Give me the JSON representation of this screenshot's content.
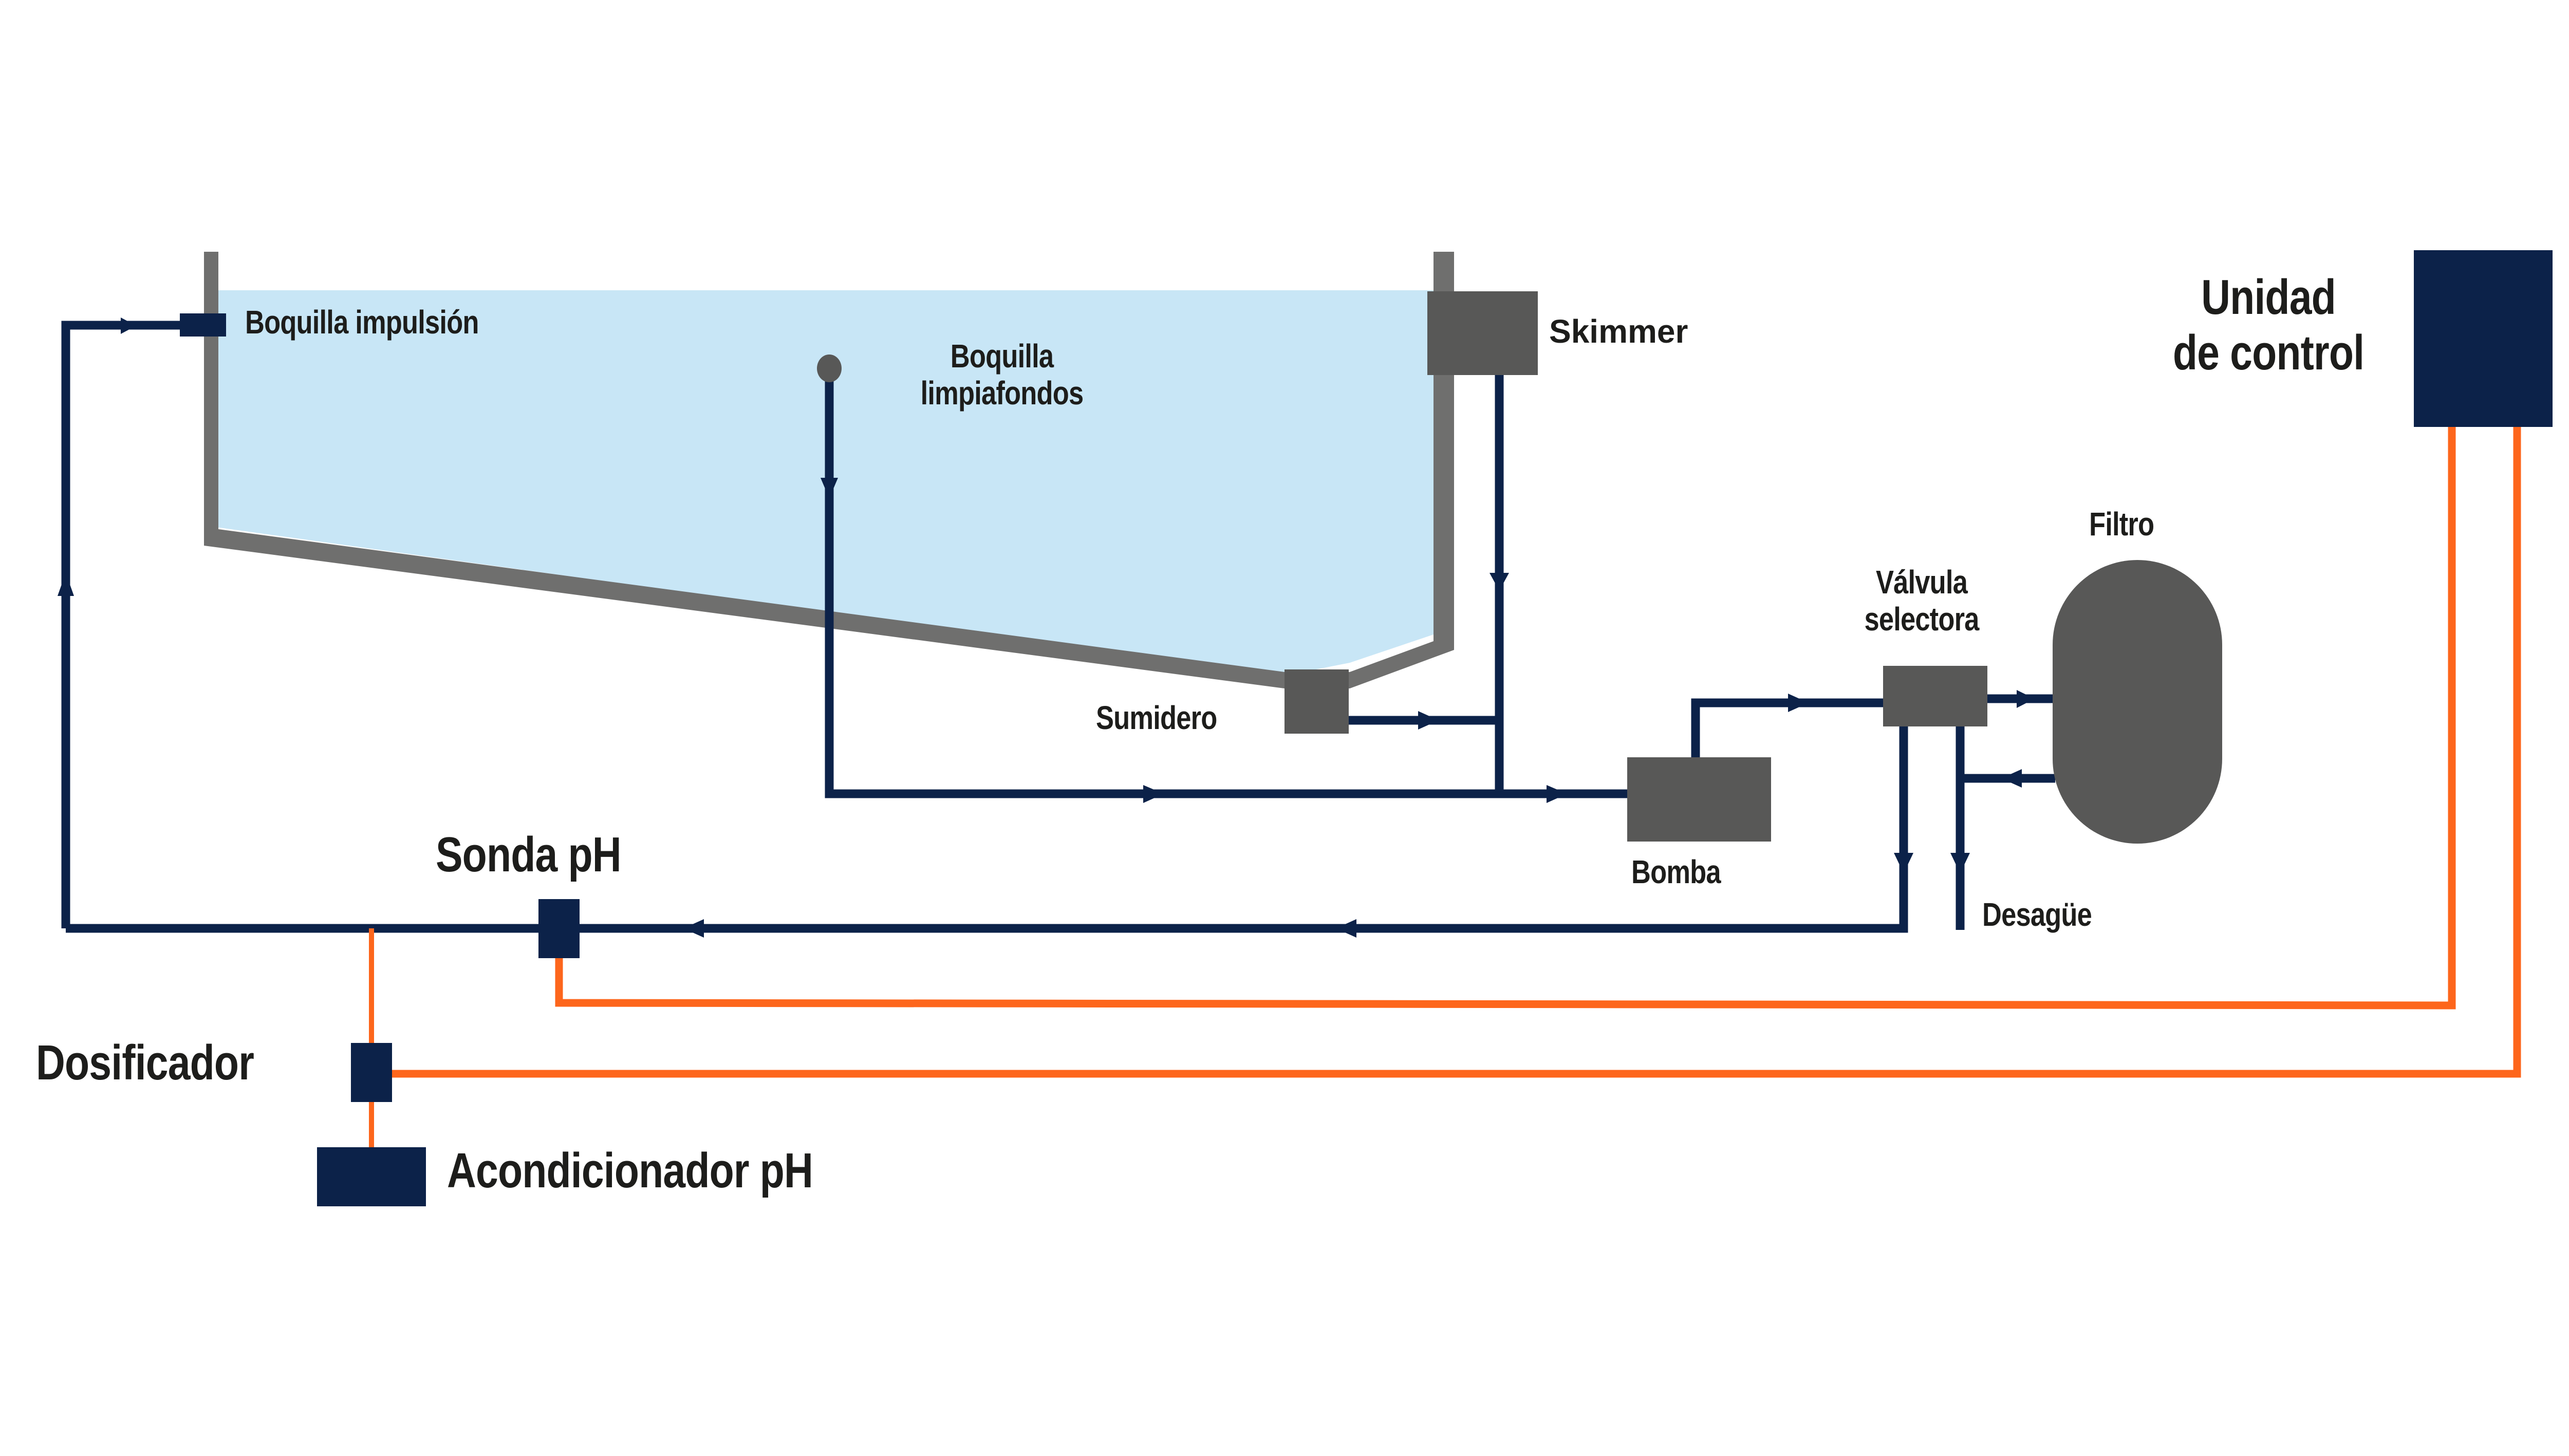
{
  "diagram": {
    "title": "Esquema de circulación de piscina con control de pH",
    "colors": {
      "water": "#c8e6f6",
      "pool_wall": "#6f6f6e",
      "component_gray": "#585857",
      "pipe_navy": "#0c2249",
      "electric_orange": "#fd661c",
      "text": "#1d1d1b"
    },
    "labels": {
      "boquilla_impulsion": "Boquilla impulsión",
      "boquilla_limpiafondos_line1": "Boquilla",
      "boquilla_limpiafondos_line2": "limpiafondos",
      "skimmer": "Skimmer",
      "sumidero": "Sumidero",
      "bomba": "Bomba",
      "valvula_line1": "Válvula",
      "valvula_line2": "selectora",
      "filtro": "Filtro",
      "desague": "Desagüe",
      "unidad_line1": "Unidad",
      "unidad_line2": "de control",
      "sonda_ph": "Sonda pH",
      "dosificador": "Dosificador",
      "acondicionador_ph": "Acondicionador pH"
    },
    "nodes": [
      {
        "id": "boquilla-impulsion",
        "label_key": "boquilla_impulsion",
        "kind": "nozzle"
      },
      {
        "id": "boquilla-limpiafondos",
        "label_key": "boquilla_limpiafondos_line1",
        "kind": "nozzle"
      },
      {
        "id": "skimmer",
        "label_key": "skimmer",
        "kind": "component"
      },
      {
        "id": "sumidero",
        "label_key": "sumidero",
        "kind": "component"
      },
      {
        "id": "bomba",
        "label_key": "bomba",
        "kind": "component"
      },
      {
        "id": "valvula-selectora",
        "label_key": "valvula_line1",
        "kind": "component"
      },
      {
        "id": "filtro",
        "label_key": "filtro",
        "kind": "component"
      },
      {
        "id": "unidad-control",
        "label_key": "unidad_line1",
        "kind": "controller"
      },
      {
        "id": "sonda-ph",
        "label_key": "sonda_ph",
        "kind": "sensor"
      },
      {
        "id": "dosificador",
        "label_key": "dosificador",
        "kind": "actuator"
      },
      {
        "id": "acondicionador-ph",
        "label_key": "acondicionador_ph",
        "kind": "tank"
      }
    ],
    "edges": [
      {
        "from": "boquilla-limpiafondos",
        "to": "bomba",
        "type": "water"
      },
      {
        "from": "skimmer",
        "to": "bomba",
        "type": "water"
      },
      {
        "from": "sumidero",
        "to": "bomba",
        "type": "water"
      },
      {
        "from": "bomba",
        "to": "valvula-selectora",
        "type": "water"
      },
      {
        "from": "valvula-selectora",
        "to": "filtro",
        "type": "water"
      },
      {
        "from": "filtro",
        "to": "valvula-selectora",
        "type": "water"
      },
      {
        "from": "valvula-selectora",
        "to": "desague",
        "type": "water"
      },
      {
        "from": "valvula-selectora",
        "to": "sonda-ph",
        "type": "water"
      },
      {
        "from": "sonda-ph",
        "to": "boquilla-impulsion",
        "type": "water"
      },
      {
        "from": "sonda-ph",
        "to": "unidad-control",
        "type": "electric"
      },
      {
        "from": "unidad-control",
        "to": "dosificador",
        "type": "electric"
      },
      {
        "from": "acondicionador-ph",
        "to": "dosificador",
        "type": "dosing"
      },
      {
        "from": "dosificador",
        "to": "return-line",
        "type": "dosing"
      }
    ]
  }
}
